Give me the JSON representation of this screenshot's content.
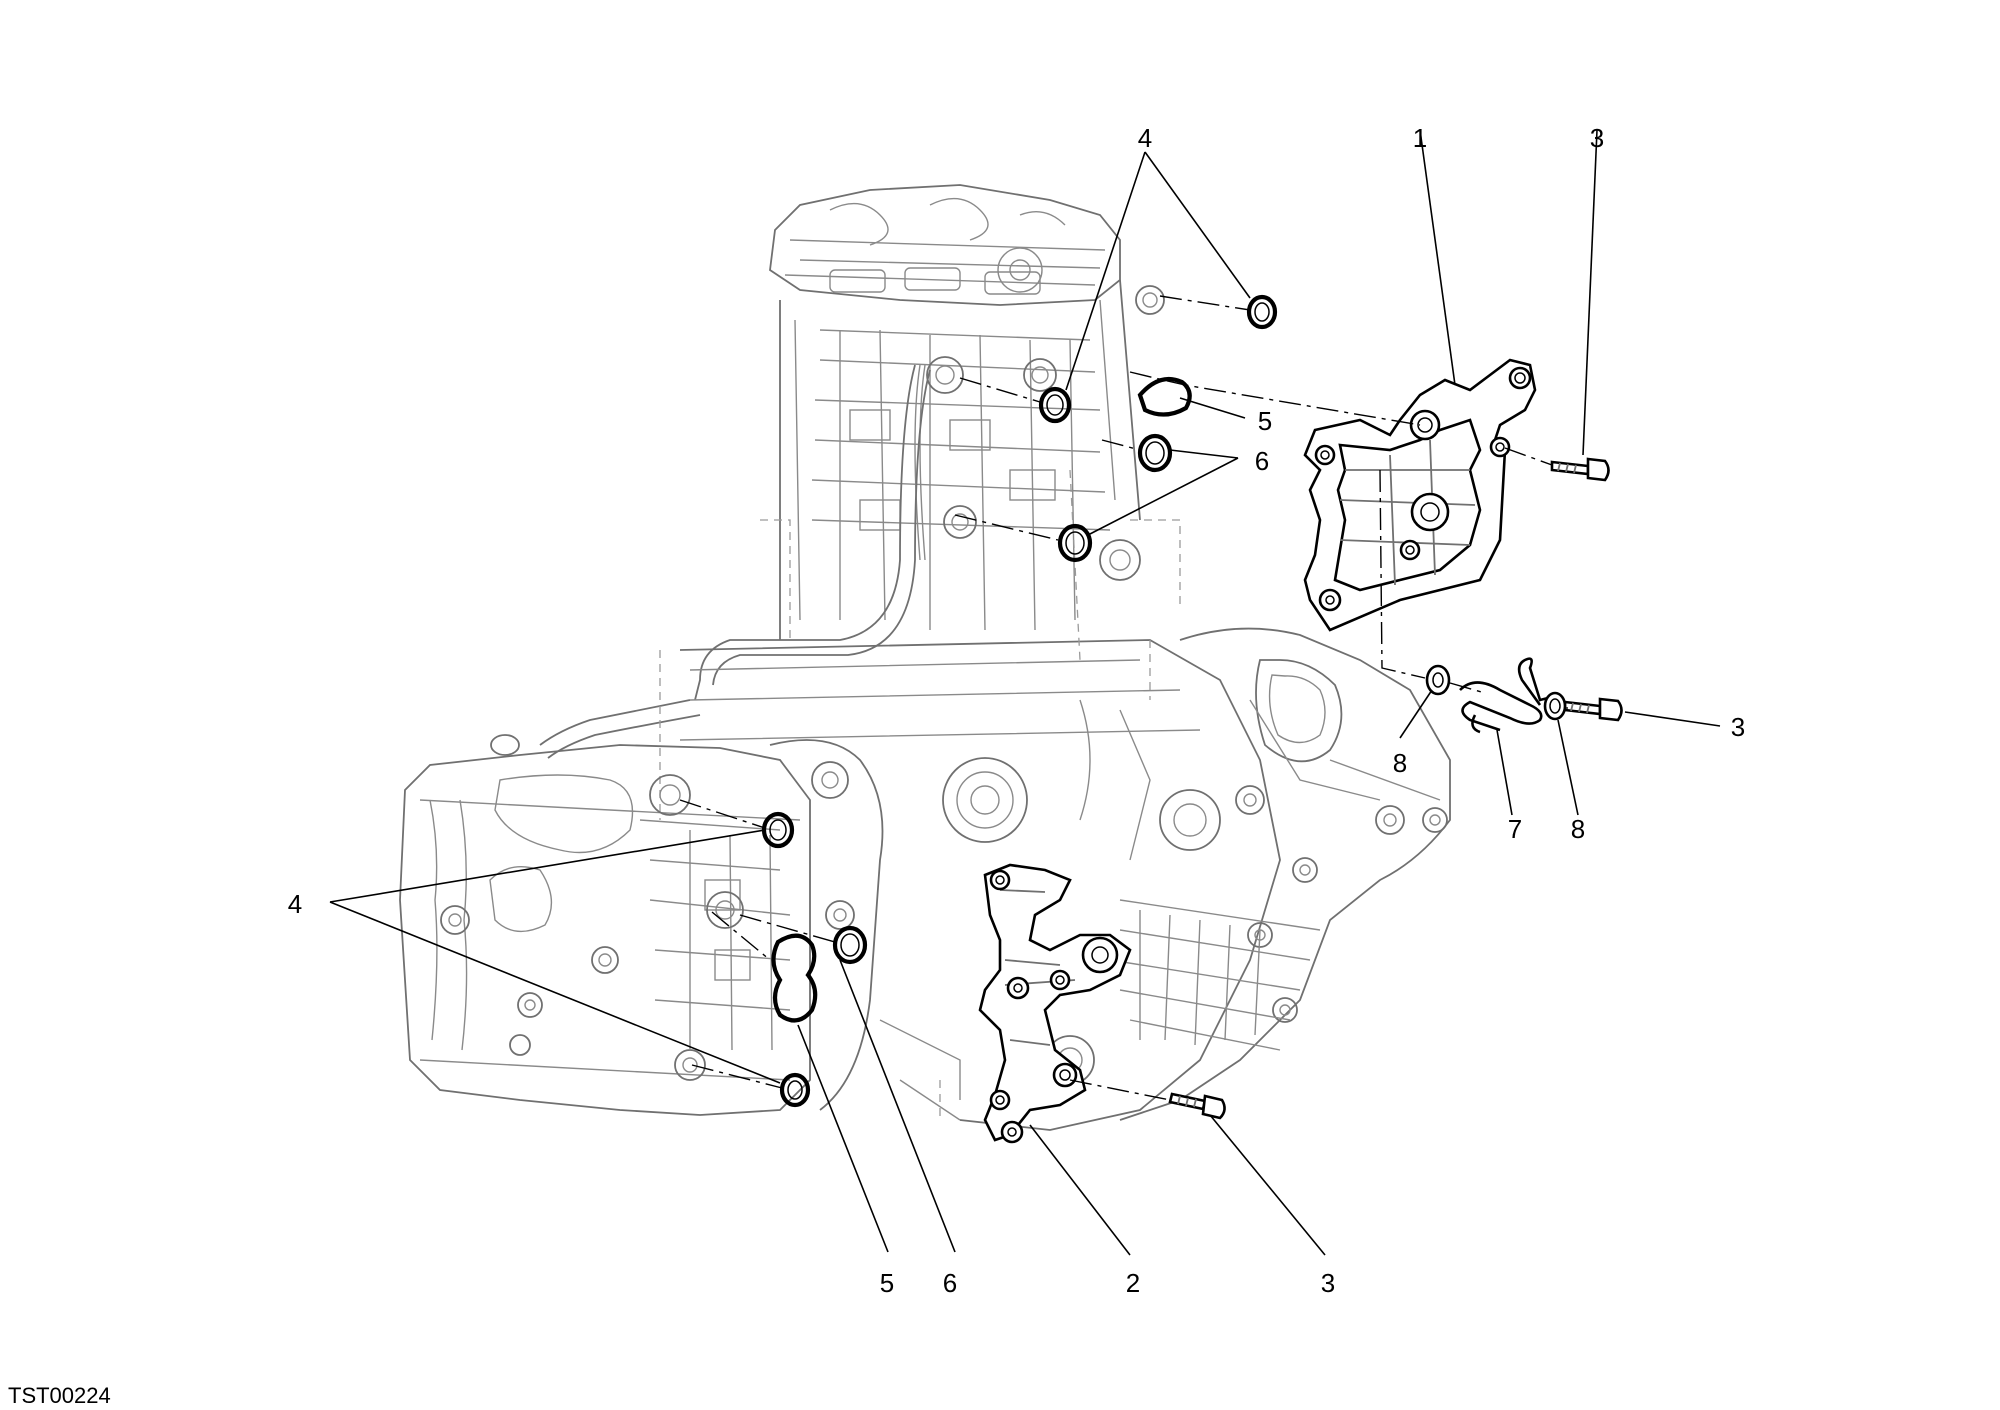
{
  "figure_code": "TST00224",
  "callouts": {
    "c1": "1",
    "c2": "2",
    "c3a": "3",
    "c3b": "3",
    "c3c": "3",
    "c4a": "4",
    "c4b": "4",
    "c5a": "5",
    "c5b": "5",
    "c6a": "6",
    "c6b": "6",
    "c7": "7",
    "c8a": "8",
    "c8b": "8"
  }
}
